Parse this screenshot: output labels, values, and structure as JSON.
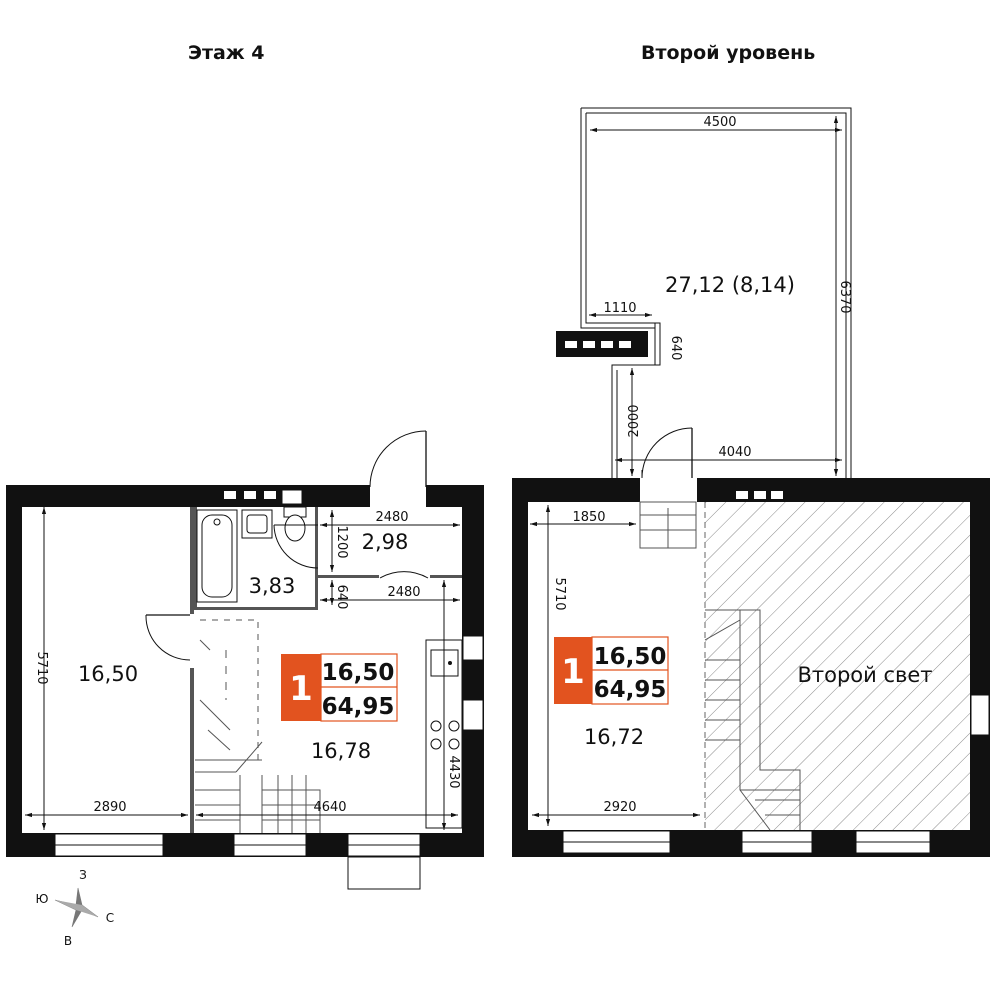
{
  "titles": {
    "floor": "Этаж 4",
    "level2": "Второй уровень"
  },
  "badge": {
    "rooms": "1",
    "living_area": "16,50",
    "total_area": "64,95",
    "color": "#e2531f"
  },
  "areas": {
    "bedroom": "16,50",
    "living_kitchen": "16,78",
    "bathroom": "3,83",
    "hall": "2,98",
    "upper_room": "16,72",
    "terrace": "27,12 (8,14)",
    "second_light": "Второй свет"
  },
  "dims": {
    "d2890": "2890",
    "d5710a": "5710",
    "d4640": "4640",
    "d4430": "4430",
    "d2480a": "2480",
    "d2480b": "2480",
    "d1200": "1200",
    "d640a": "640",
    "d4500": "4500",
    "d6370": "6370",
    "d1110": "1110",
    "d640b": "640",
    "d2000": "2000",
    "d4040": "4040",
    "d1850": "1850",
    "d5710b": "5710",
    "d2920": "2920"
  },
  "compass": {
    "north": "З",
    "west": "Ю",
    "east": "С",
    "south": "В"
  },
  "colors": {
    "wall": "#111111",
    "window": "#ffffff",
    "hatch": "#888888"
  }
}
